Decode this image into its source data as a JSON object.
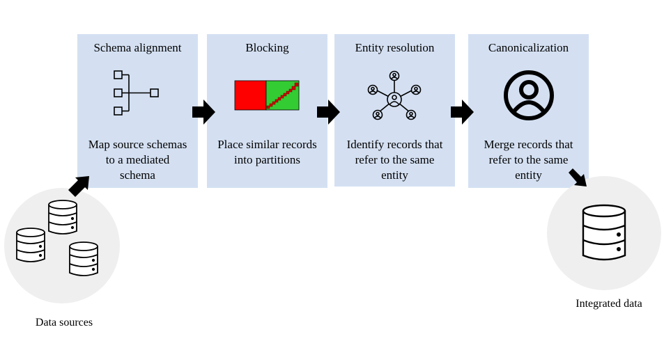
{
  "steps": [
    {
      "title": "Schema alignment",
      "description_lines": [
        "Map source schemas",
        "to a mediated",
        "schema"
      ],
      "icon": "schema-tree-icon"
    },
    {
      "title": "Blocking",
      "description_lines": [
        "Place similar records",
        "into partitions"
      ],
      "icon": "blocking-matrix-icon"
    },
    {
      "title": "Entity resolution",
      "description_lines": [
        "Identify records that",
        "refer to the same",
        "entity"
      ],
      "icon": "entity-network-icon"
    },
    {
      "title": "Canonicalization",
      "description_lines": [
        "Merge records that",
        "refer to the same",
        "entity"
      ],
      "icon": "user-circle-icon"
    }
  ],
  "sources": {
    "label": "Data sources",
    "icon": "database-stack-icon"
  },
  "output": {
    "label": "Integrated data",
    "icon": "database-icon"
  },
  "colors": {
    "box_fill": "#d4e0f2",
    "circle_fill": "#efefef",
    "block_red": "#ff0000",
    "block_green": "#33cc33",
    "arrow": "#000000"
  }
}
